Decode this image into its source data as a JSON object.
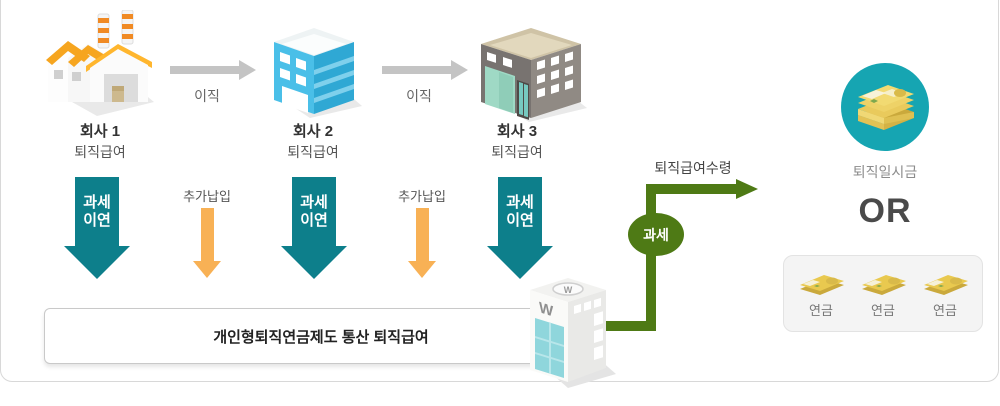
{
  "companies": [
    {
      "name": "회사 1",
      "benefit": "퇴직급여"
    },
    {
      "name": "회사 2",
      "benefit": "퇴직급여"
    },
    {
      "name": "회사 3",
      "benefit": "퇴직급여"
    }
  ],
  "labels": {
    "job_change": "이직",
    "additional_payment": "추가납입",
    "consolidation_box": "개인형퇴직연금제도 통산 퇴직급여",
    "receive": "퇴직급여수령",
    "tax_badge": "과세",
    "lump_sum": "퇴직일시금",
    "or": "OR"
  },
  "tax_deferral": {
    "line1": "과세",
    "line2": "이연"
  },
  "pension_labels": [
    "연금",
    "연금",
    "연금"
  ],
  "bank": {
    "symbol": "W"
  },
  "colors": {
    "teal_arrow": "#0d7f8b",
    "orange_arrow": "#f8b155",
    "green_flow": "#4e7a15",
    "teal_circle": "#16a5b2",
    "gray_arrow": "#c4c4c4",
    "frame_border": "#d8d8d8",
    "note_yellow": "#e8c653"
  }
}
